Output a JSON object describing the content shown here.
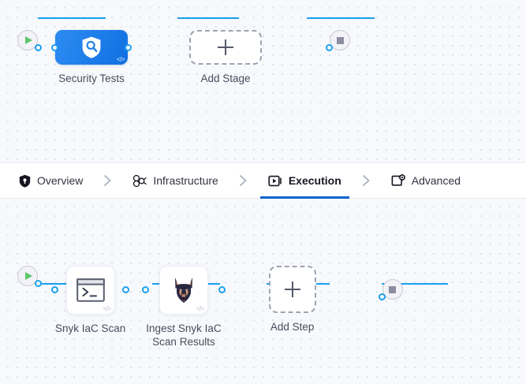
{
  "theme": {
    "canvas_bg": "#f7f9fc",
    "dot_color": "#d4dce8",
    "link_color": "#1b9ff0",
    "stage_gradient_from": "#2d8cf3",
    "stage_gradient_to": "#1170e0",
    "accent_tab_underline": "#0b63ce",
    "start_icon_color": "#5fc56b",
    "stop_icon_color": "#8d8da0",
    "label_color": "#4a4d5c",
    "dashed_border_color": "#9ea3b4"
  },
  "stage_canvas": {
    "name": "pipeline-stage-canvas",
    "start_node": {
      "icon": "play-triangle-icon",
      "title": "Start"
    },
    "end_node": {
      "icon": "stop-square-icon",
      "title": "End"
    },
    "nodes": [
      {
        "id": "security-tests",
        "label": "Security Tests",
        "type": "stage",
        "icon": "shield-search-icon",
        "badge": "</>"
      },
      {
        "id": "add-stage",
        "label": "Add Stage",
        "type": "add",
        "icon": "plus-icon"
      }
    ]
  },
  "tabbar": {
    "name": "pipeline-section-tabs",
    "tabs": [
      {
        "id": "overview",
        "label": "Overview",
        "icon": "shield-filled-icon",
        "active": false
      },
      {
        "id": "infrastructure",
        "label": "Infrastructure",
        "icon": "molecule-icon",
        "active": false
      },
      {
        "id": "execution",
        "label": "Execution",
        "icon": "play-box-icon",
        "active": true
      },
      {
        "id": "advanced",
        "label": "Advanced",
        "icon": "gear-box-icon",
        "active": false
      }
    ],
    "separator_icon": "chevron-right-icon"
  },
  "step_canvas": {
    "name": "pipeline-step-canvas",
    "start_node": {
      "icon": "play-triangle-icon",
      "title": "Start"
    },
    "end_node": {
      "icon": "stop-square-icon",
      "title": "End"
    },
    "nodes": [
      {
        "id": "snyk-iac-scan",
        "label": "Snyk IaC Scan",
        "type": "step",
        "icon": "terminal-icon",
        "badge": "</>"
      },
      {
        "id": "ingest-snyk-iac-scan-results",
        "label": "Ingest Snyk IaC\nScan Results",
        "type": "step",
        "icon": "doberman-icon",
        "badge": "</>"
      },
      {
        "id": "add-step",
        "label": "Add Step",
        "type": "add",
        "icon": "plus-icon"
      }
    ]
  }
}
